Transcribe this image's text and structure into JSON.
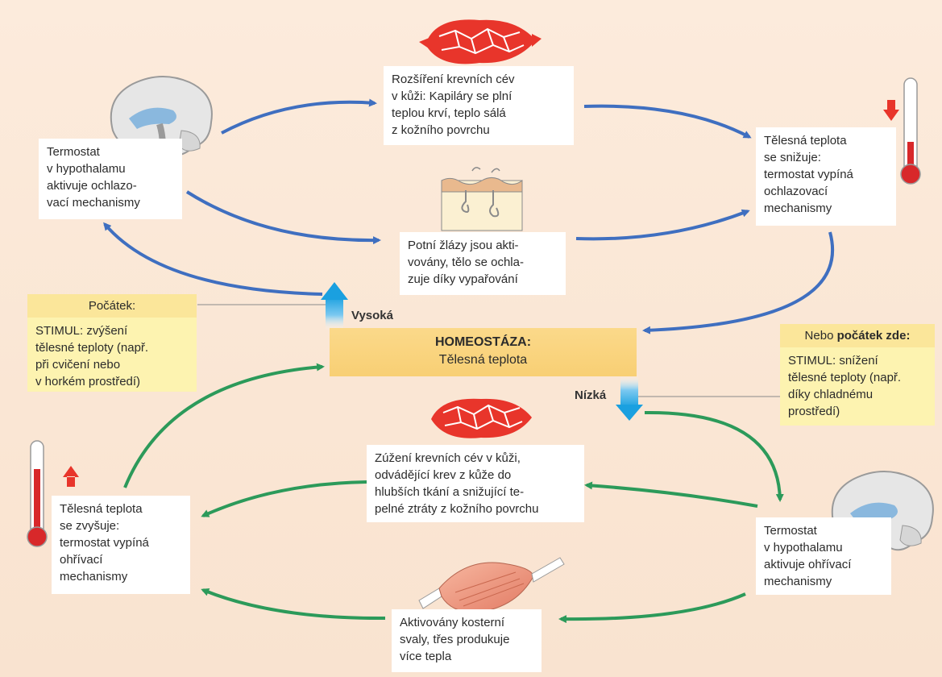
{
  "homeostasis": {
    "title": "HOMEOSTÁZA:",
    "subtitle": "Tělesná teplota"
  },
  "direction_labels": {
    "high": "Vysoká",
    "low": "Nízká"
  },
  "start_left": {
    "header": "Počátek:",
    "lines": [
      "STIMUL: zvýšení",
      "tělesné teploty (např.",
      "při cvičení nebo",
      "v horkém prostředí)"
    ]
  },
  "start_right": {
    "header_prefix": "Nebo ",
    "header_bold": "počátek zde:",
    "lines": [
      "STIMUL: snížení",
      "tělesné teploty (např.",
      "díky chladnému",
      "prostředí)"
    ]
  },
  "cooling": {
    "thermostat": [
      "Termostat",
      "v hypothalamu",
      "aktivuje ochlazo-",
      "vací mechanismy"
    ],
    "vessels": [
      "Rozšíření krevních cév",
      "v kůži: Kapiláry se plní",
      "teplou krví, teplo sálá",
      "z kožního povrchu"
    ],
    "sweat": [
      "Potní žlázy jsou akti-",
      "vovány, tělo se ochla-",
      "zuje díky vypařování"
    ],
    "result": [
      "Tělesná teplota",
      "se snižuje:",
      "termostat vypíná",
      "ochlazovací",
      "mechanismy"
    ]
  },
  "warming": {
    "thermostat": [
      "Termostat",
      "v hypothalamu",
      "aktivuje ohřívací",
      "mechanismy"
    ],
    "vessels": [
      "Zúžení krevních cév v kůži,",
      "odvádějící krev z kůže do",
      "hlubších tkání a snižující te-",
      "pelné ztráty z kožního povrchu"
    ],
    "muscles": [
      "Aktivovány kosterní",
      "svaly, třes produkuje",
      "více tepla"
    ],
    "result": [
      "Tělesná teplota",
      "se zvyšuje:",
      "termostat vypíná",
      "ohřívací",
      "mechanismy"
    ]
  },
  "colors": {
    "cooling_arrow": "#3f6fc0",
    "warming_arrow": "#2c9a5a",
    "stimulus_arrow": "#1aa0e0",
    "vessel_red": "#e8352b",
    "thermometer_red": "#d8282a"
  },
  "icons": {
    "brain_top": "brain-icon",
    "brain_bottom": "brain-icon",
    "vessels_dilated": "blood-vessel-icon",
    "vessels_constricted": "blood-vessel-icon",
    "skin": "skin-sweat-gland-icon",
    "muscle": "muscle-icon",
    "thermometer_right": "thermometer-icon",
    "thermometer_left": "thermometer-icon",
    "down": "arrow-down-icon",
    "up": "arrow-up-icon"
  }
}
